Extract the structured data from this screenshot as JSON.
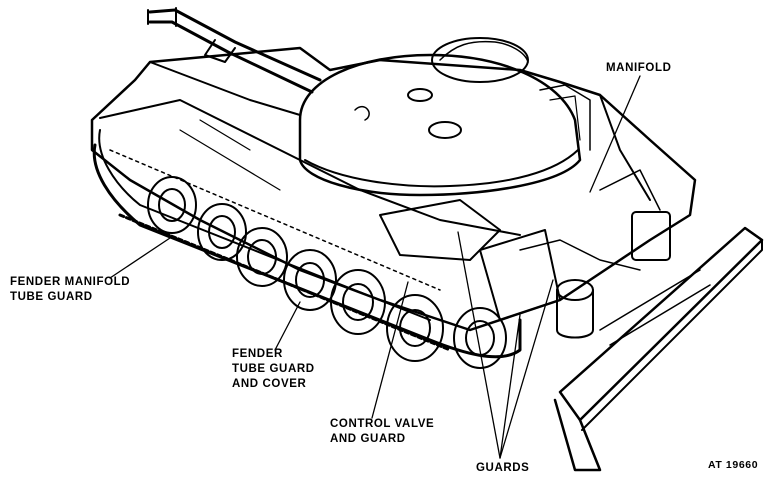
{
  "diagram": {
    "labels": {
      "manifold": "MANIFOLD",
      "fender_manifold_tube_guard": [
        "FENDER MANIFOLD",
        "TUBE GUARD"
      ],
      "fender_tube_guard_and_cover": [
        "FENDER",
        "TUBE GUARD",
        "AND COVER"
      ],
      "control_valve_and_guard": [
        "CONTROL VALVE",
        "AND GUARD"
      ],
      "guards": "GUARDS"
    },
    "figure_id": "AT 19660",
    "subject_icon": "tank-with-dozer-blade",
    "colors": {
      "ink": "#000000",
      "paper": "#ffffff"
    }
  }
}
